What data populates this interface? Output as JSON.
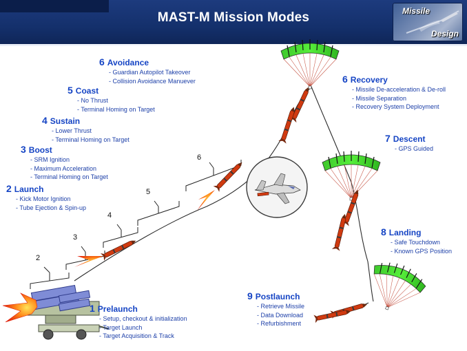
{
  "header": {
    "title": "MAST-M Mission Modes",
    "logo": {
      "line1": "Missile",
      "line2": "Design"
    }
  },
  "colors": {
    "header_bg": "#14306c",
    "mode_text": "#1544c4",
    "canopy": "#33dd22",
    "missile": "#cc3300",
    "flame": "#ff5500"
  },
  "icons": [
    "parachute-icon",
    "missile-icon",
    "aircraft-icon",
    "launcher-icon",
    "flame-icon"
  ],
  "phase_labels": [
    "2",
    "3",
    "4",
    "5",
    "6"
  ],
  "modes": [
    {
      "num": "1",
      "name": "Prelaunch",
      "items": [
        "Setup, checkout & initialization",
        "Target Launch",
        "Target Acquisition & Track"
      ]
    },
    {
      "num": "2",
      "name": "Launch",
      "items": [
        "Kick Motor Ignition",
        "Tube Ejection & Spin-up"
      ]
    },
    {
      "num": "3",
      "name": "Boost",
      "items": [
        "SRM Ignition",
        "Maximum Acceleration",
        "Terminal Homing on Target"
      ]
    },
    {
      "num": "4",
      "name": "Sustain",
      "items": [
        "Lower Thrust",
        "Terminal Homing on Target"
      ]
    },
    {
      "num": "5",
      "name": "Coast",
      "items": [
        "No Thrust",
        "Terminal Homing on Target"
      ]
    },
    {
      "num": "6",
      "name": "Avoidance",
      "items": [
        "Guardian Autopilot Takeover",
        "Collision Avoidance Manuever"
      ]
    },
    {
      "num": "6",
      "name": "Recovery",
      "items": [
        "Missile De-acceleration & De-roll",
        "Missile Separation",
        "Recovery System Deployment"
      ]
    },
    {
      "num": "7",
      "name": "Descent",
      "items": [
        "GPS Guided"
      ]
    },
    {
      "num": "8",
      "name": "Landing",
      "items": [
        "Safe Touchdown",
        "Known GPS Position"
      ]
    },
    {
      "num": "9",
      "name": "Postlaunch",
      "items": [
        "Retrieve Missile",
        "Data Download",
        "Refurbishment"
      ]
    }
  ]
}
